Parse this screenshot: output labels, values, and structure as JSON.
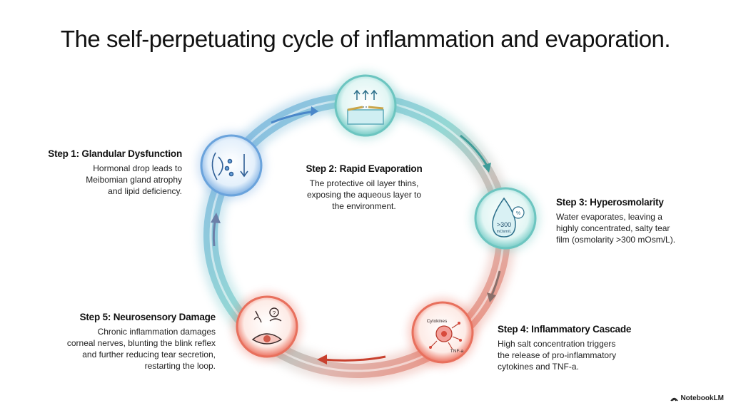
{
  "title": "The self-perpetuating cycle of inflammation and evaporation.",
  "steps": [
    {
      "heading": "Step 1: Glandular Dysfunction",
      "lines": [
        "Hormonal drop leads to",
        "Meibomian gland atrophy",
        "and lipid deficiency."
      ],
      "icon": "eye-gland-icon"
    },
    {
      "heading": "Step 2: Rapid Evaporation",
      "lines": [
        "The protective oil layer thins,",
        "exposing the aqueous layer to",
        "the environment."
      ],
      "icon": "evaporation-icon"
    },
    {
      "heading": "Step 3: Hyperosmolarity",
      "lines": [
        "Water evaporates, leaving a",
        "highly concentrated, salty tear",
        "film (osmolarity >300 mOsm/L)."
      ],
      "icon": "salty-drop-icon",
      "icon_text": ">300",
      "icon_unit": "mOsm/L",
      "icon_pct": "%"
    },
    {
      "heading": "Step 4: Inflammatory Cascade",
      "lines": [
        "High salt concentration triggers",
        "the release of pro-inflammatory",
        "cytokines and TNF-a."
      ],
      "icon": "cytokine-cell-icon",
      "icon_label_top": "Cytokines",
      "icon_label_bottom": "TNF-a"
    },
    {
      "heading": "Step 5: Neurosensory Damage",
      "lines": [
        "Chronic inflammation damages",
        "corneal nerves, blunting the blink reflex",
        "and further reducing tear secretion,",
        "restarting the loop."
      ],
      "icon": "damaged-eye-icon",
      "icon_text": "?"
    }
  ],
  "colors": {
    "blue": "#5b9bd5",
    "teal": "#5cc2c0",
    "red": "#e8604c"
  },
  "brand": "NotebookLM"
}
